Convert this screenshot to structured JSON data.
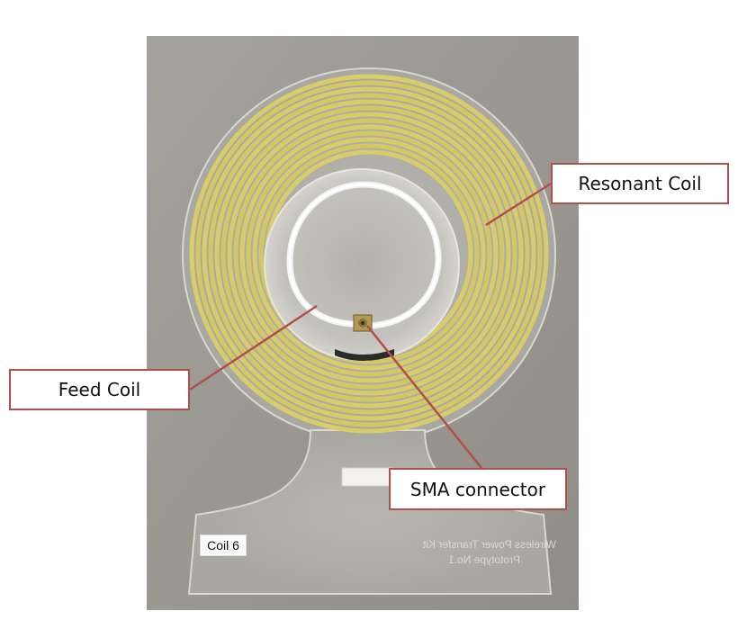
{
  "figure": {
    "callouts": {
      "resonant_coil": "Resonant Coil",
      "feed_coil": "Feed Coil",
      "sma_connector": "SMA connector"
    },
    "coil_tag": "Coil 6",
    "engraving": {
      "line1": "Wireless Power Transfer Kit",
      "line2": "Prototype No.1"
    },
    "colors": {
      "callout_border": "#b0504c",
      "coil": "#d9cd6a",
      "background_surface": "#9a9891"
    }
  }
}
